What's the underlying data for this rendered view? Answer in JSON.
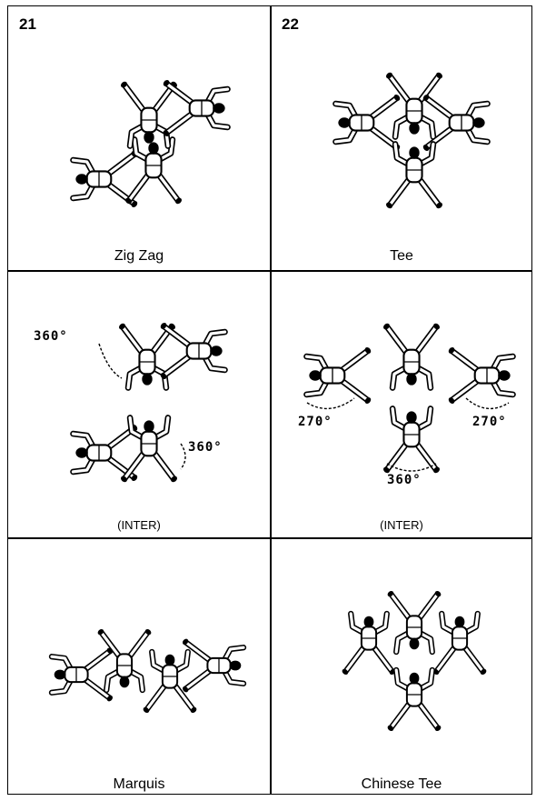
{
  "figures": [
    {
      "number": "21",
      "caption": "Zig Zag"
    },
    {
      "number": "22",
      "caption": "Tee"
    }
  ],
  "inter_left": {
    "caption": "(INTER)",
    "rotations": [
      "360°",
      "360°"
    ]
  },
  "inter_right": {
    "caption": "(INTER)",
    "rotations": [
      "270°",
      "270°",
      "360°"
    ]
  },
  "bottom_left": {
    "caption": "Marquis"
  },
  "bottom_right": {
    "caption": "Chinese Tee"
  }
}
